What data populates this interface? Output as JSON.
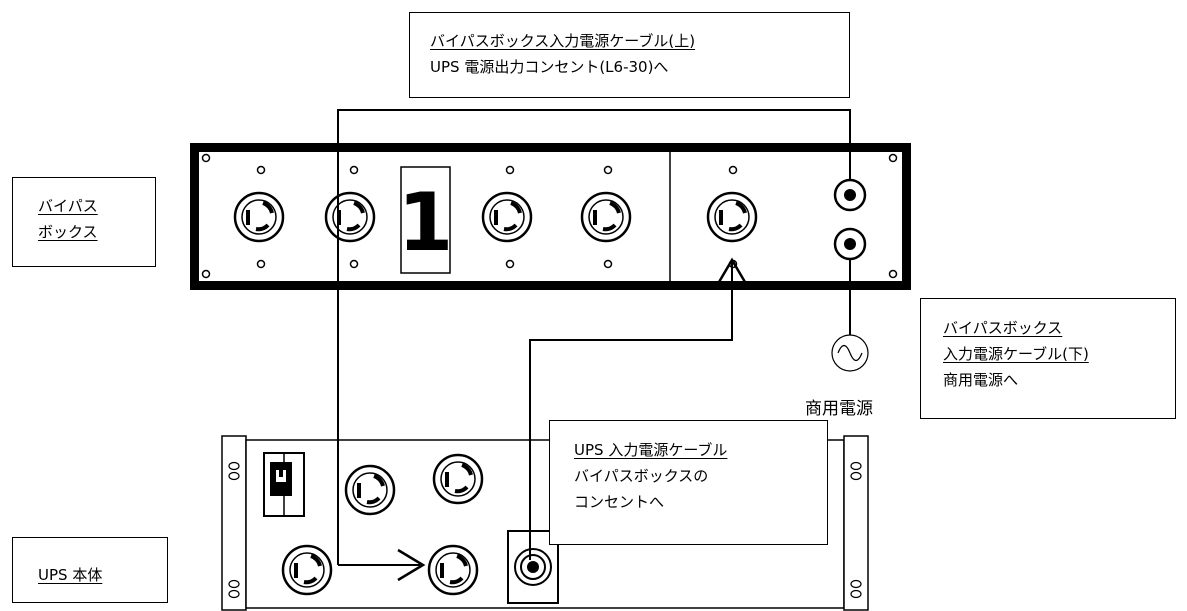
{
  "colors": {
    "line": "#000000",
    "background": "#ffffff"
  },
  "callouts": {
    "bypass_input_top": {
      "title": "バイパスボックス入力電源ケーブル(上)",
      "line2": "UPS 電源出力コンセント(L6-30)へ"
    },
    "bypass_box": {
      "line1": "バイパス",
      "line2": "ボックス"
    },
    "bypass_input_bottom": {
      "line1": "バイパスボックス",
      "line2": "入力電源ケーブル(下)",
      "line3": "商用電源へ"
    },
    "ups_input": {
      "title": "UPS 入力電源ケーブル",
      "line2": "バイパスボックスの",
      "line3": "コンセントへ"
    },
    "ups_body": {
      "label": "UPS 本体"
    }
  },
  "labels": {
    "commercial_power": "商用電源",
    "panel_number": "1"
  },
  "icons": [
    "twist-lock-outlet-icon",
    "ac-source-icon",
    "breaker-switch-icon",
    "arrow-icon"
  ]
}
